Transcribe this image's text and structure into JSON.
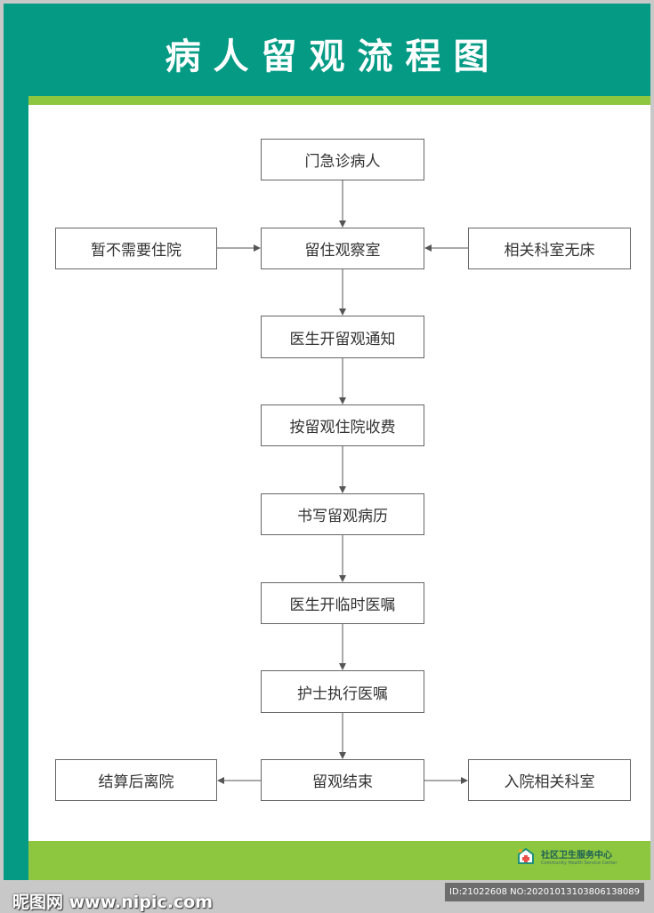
{
  "title": "病人留观流程图",
  "flow": {
    "step1": "门急诊病人",
    "step2": "留住观察室",
    "left_input": "暂不需要住院",
    "right_input": "相关科室无床",
    "step3": "医生开留观通知",
    "step4": "按留观住院收费",
    "step5": "书写留观病历",
    "step6": "医生开临时医嘱",
    "step7": "护士执行医嘱",
    "step8": "留观结束",
    "left_output": "结算后离院",
    "right_output": "入院相关科室"
  },
  "footer_logo": {
    "name_cn": "社区卫生服务中心",
    "name_en": "Community Health Service Center"
  },
  "watermark": {
    "site": "昵图网 www.nipic.com",
    "id_text": "ID:21022608 NO:20201013103806138089"
  },
  "colors": {
    "header_green": "#049a84",
    "accent_lime": "#8dc63f",
    "box_border": "#666666",
    "arrow": "#555555"
  }
}
